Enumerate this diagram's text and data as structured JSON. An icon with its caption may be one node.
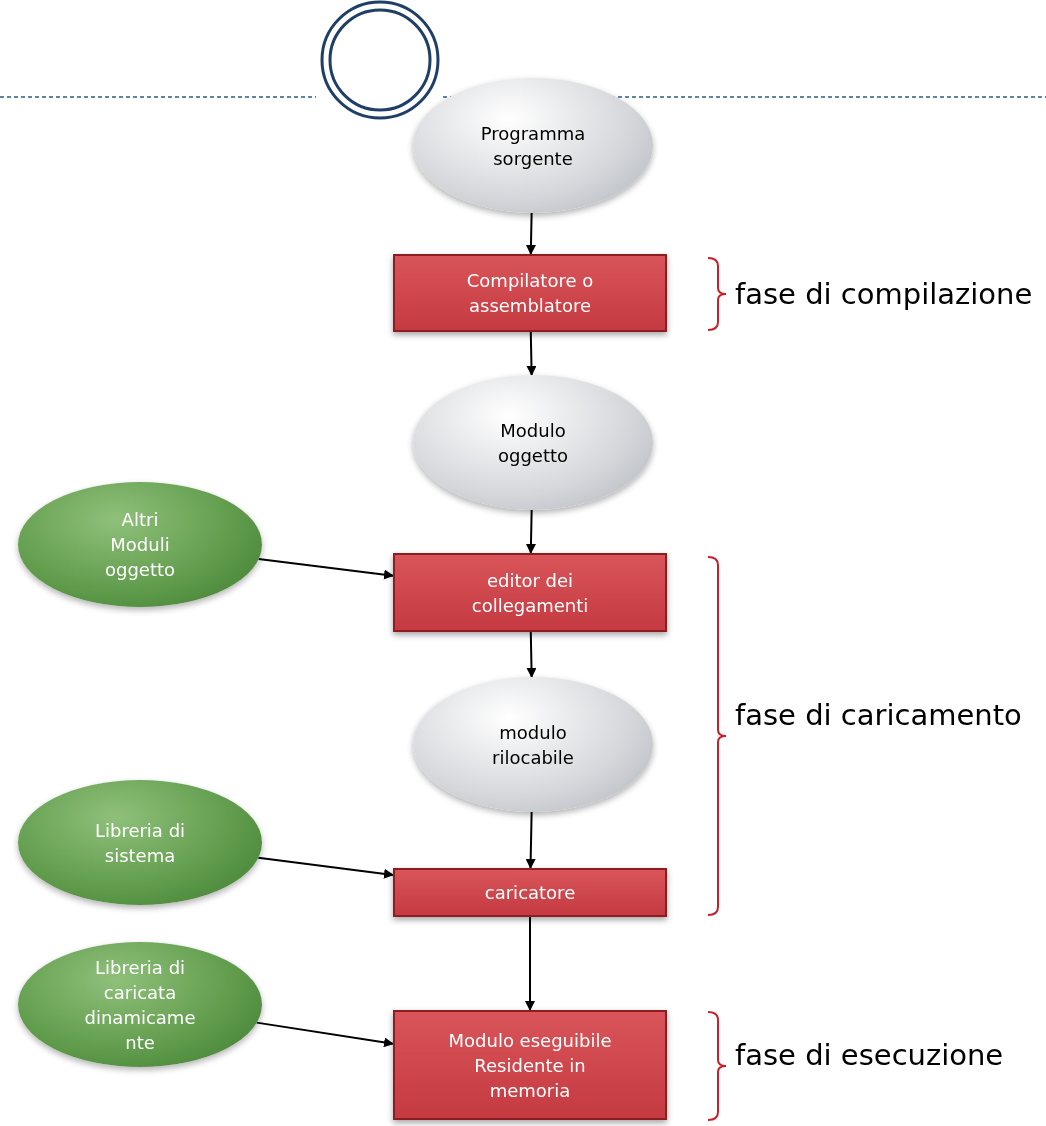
{
  "diagram": {
    "nodes": [
      {
        "text": [
          "Programma sorgente"
        ]
      },
      {
        "text": [
          "Compilatore o assemblatore"
        ]
      },
      {
        "text": [
          "Modulo oggetto"
        ]
      },
      {
        "text": [
          "Altri Moduli oggetto"
        ]
      },
      {
        "text": [
          "editor dei collegamenti"
        ]
      },
      {
        "text": [
          "modulo rilocabile"
        ]
      },
      {
        "text": [
          "Libreria di sistema"
        ]
      },
      {
        "text": [
          "caricatore"
        ]
      },
      {
        "text": [
          "Libreria di caricata dinamicame nte"
        ]
      },
      {
        "text": [
          "Modulo eseguibile Residente in memoria"
        ]
      }
    ],
    "edges": [
      {
        "from": 0,
        "to": 1,
        "arrow": "to"
      },
      {
        "from": 1,
        "to": 2,
        "arrow": "to"
      },
      {
        "from": 2,
        "to": 4,
        "arrow": "to"
      },
      {
        "from": 3,
        "to": 4,
        "arrow": "to"
      },
      {
        "from": 4,
        "to": 5,
        "arrow": "to"
      },
      {
        "from": 5,
        "to": 7,
        "arrow": "to"
      },
      {
        "from": 6,
        "to": 7,
        "arrow": "to"
      },
      {
        "from": 7,
        "to": 9,
        "arrow": "to"
      },
      {
        "from": 8,
        "to": 9,
        "arrow": "to"
      }
    ],
    "labels": [
      "fase di compilazione",
      "fase di caricamento",
      "fase di esecuzione"
    ]
  }
}
